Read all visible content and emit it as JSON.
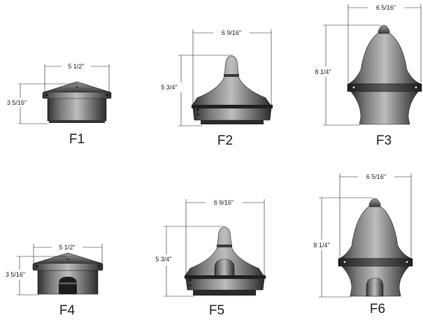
{
  "fixtures": [
    {
      "id": "F1",
      "label": "F1",
      "width": "5 1/2\"",
      "height": "3 5/16\""
    },
    {
      "id": "F2",
      "label": "F2",
      "width": "6 9/16\"",
      "height": "5 3/4\""
    },
    {
      "id": "F3",
      "label": "F3",
      "width": "6 5/16\"",
      "height": "8 1/4\""
    },
    {
      "id": "F4",
      "label": "F4",
      "width": "5 1/2\"",
      "height": "3 5/16\""
    },
    {
      "id": "F5",
      "label": "F5",
      "width": "6 9/16\"",
      "height": "5 3/4\""
    },
    {
      "id": "F6",
      "label": "F6",
      "width": "6 5/16\"",
      "height": "8 1/4\""
    }
  ]
}
